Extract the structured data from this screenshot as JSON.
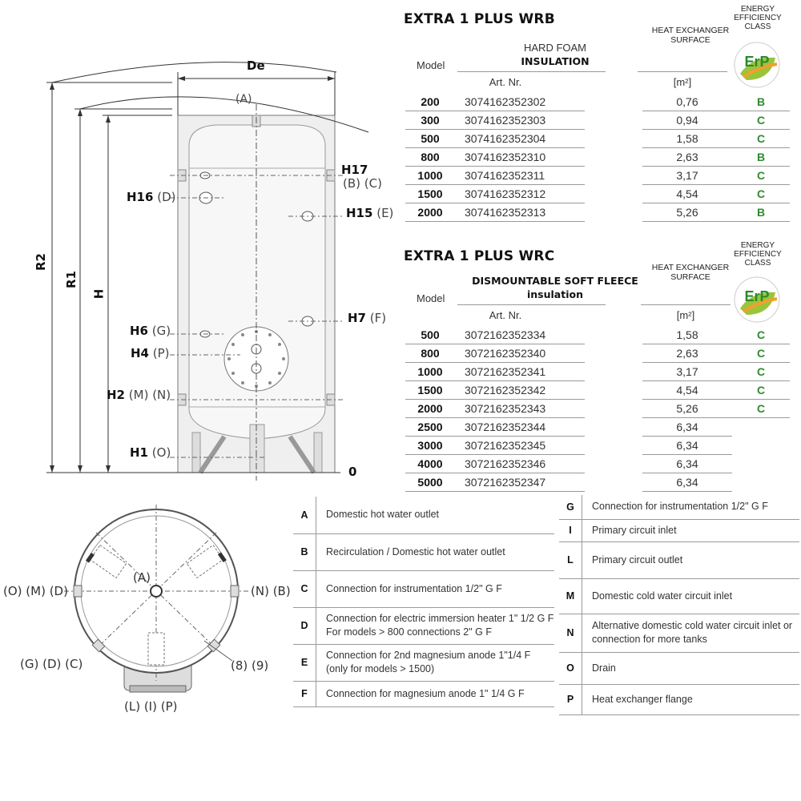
{
  "wrb": {
    "title": "EXTRA 1 PLUS WRB",
    "insulation_line1": "HARD FOAM",
    "insulation_line2": "INSULATION",
    "model_header": "Model",
    "art_header": "Art. Nr.",
    "surface_header_1": "Heat exchanger",
    "surface_header_2": "surface",
    "energy_header_1": "Energy",
    "energy_header_2": "efficiency",
    "energy_header_3": "class",
    "unit": "[m²]",
    "erp_label": "ErP",
    "rows": [
      {
        "model": "200",
        "art": "3074162352302",
        "surface": "0,76",
        "cls": "B"
      },
      {
        "model": "300",
        "art": "3074162352303",
        "surface": "0,94",
        "cls": "C"
      },
      {
        "model": "500",
        "art": "3074162352304",
        "surface": "1,58",
        "cls": "C"
      },
      {
        "model": "800",
        "art": "3074162352310",
        "surface": "2,63",
        "cls": "B"
      },
      {
        "model": "1000",
        "art": "3074162352311",
        "surface": "3,17",
        "cls": "C"
      },
      {
        "model": "1500",
        "art": "3074162352312",
        "surface": "4,54",
        "cls": "C"
      },
      {
        "model": "2000",
        "art": "3074162352313",
        "surface": "5,26",
        "cls": "B"
      }
    ]
  },
  "wrc": {
    "title": "EXTRA 1 PLUS WRC",
    "insulation_line1": "DISMOUNTABLE SOFT FLEECE",
    "insulation_line2": "insulation",
    "model_header": "Model",
    "art_header": "Art. Nr.",
    "surface_header_1": "Heat exchanger",
    "surface_header_2": "surface",
    "energy_header_1": "Energy",
    "energy_header_2": "efficiency",
    "energy_header_3": "class",
    "unit": "[m²]",
    "erp_label": "ErP",
    "rows": [
      {
        "model": "500",
        "art": "3072162352334",
        "surface": "1,58",
        "cls": "C"
      },
      {
        "model": "800",
        "art": "3072162352340",
        "surface": "2,63",
        "cls": "C"
      },
      {
        "model": "1000",
        "art": "3072162352341",
        "surface": "3,17",
        "cls": "C"
      },
      {
        "model": "1500",
        "art": "3072162352342",
        "surface": "4,54",
        "cls": "C"
      },
      {
        "model": "2000",
        "art": "3072162352343",
        "surface": "5,26",
        "cls": "C"
      },
      {
        "model": "2500",
        "art": "3072162352344",
        "surface": "6,34",
        "cls": ""
      },
      {
        "model": "3000",
        "art": "3072162352345",
        "surface": "6,34",
        "cls": ""
      },
      {
        "model": "4000",
        "art": "3072162352346",
        "surface": "6,34",
        "cls": ""
      },
      {
        "model": "5000",
        "art": "3072162352347",
        "surface": "6,34",
        "cls": ""
      }
    ]
  },
  "legend_left": [
    {
      "key": "A",
      "text": "Domestic hot water outlet"
    },
    {
      "key": "B",
      "text": "Recirculation / Domestic hot water outlet"
    },
    {
      "key": "C",
      "text": "Connection for instrumentation 1/2\" G F"
    },
    {
      "key": "D",
      "text": "Connection for electric immersion heater 1\" 1/2 G F For models > 800 connections 2\" G F"
    },
    {
      "key": "E",
      "text": "Connection for 2nd magnesium anode 1\"1/4 F (only for models > 1500)"
    },
    {
      "key": "F",
      "text": "Connection for magnesium anode 1\" 1/4 G F"
    }
  ],
  "legend_right": [
    {
      "key": "G",
      "text": "Connection for instrumentation 1/2\" G F"
    },
    {
      "key": "I",
      "text": "Primary circuit inlet"
    },
    {
      "key": "L",
      "text": "Primary circuit outlet"
    },
    {
      "key": "M",
      "text": "Domestic cold water circuit inlet"
    },
    {
      "key": "N",
      "text": "Alternative domestic cold water circuit inlet or connection for more tanks"
    },
    {
      "key": "O",
      "text": "Drain"
    },
    {
      "key": "P",
      "text": "Heat exchanger flange"
    }
  ],
  "side_labels": {
    "de": "De",
    "a": "(A)",
    "r2": "R2",
    "r1": "R1",
    "h": "H",
    "h17": "H17",
    "h17_sub": "(B) (C)",
    "h16": "H16",
    "h16_sub": "(D)",
    "h15": "H15",
    "h15_sub": "(E)",
    "h7": "H7",
    "h7_sub": "(F)",
    "h6": "H6",
    "h6_sub": "(G)",
    "h4": "H4",
    "h4_sub": "(P)",
    "h2": "H2",
    "h2_sub": "(M) (N)",
    "h1": "H1",
    "h1_sub": "(O)",
    "zero": "0"
  },
  "top_labels": {
    "left": "(O) (M) (D)",
    "right": "(N) (B)",
    "center": "(A)",
    "lower_left": "(G) (D) (C)",
    "lower_right": "(8) (9)",
    "bottom": "(L) (I) (P)"
  }
}
